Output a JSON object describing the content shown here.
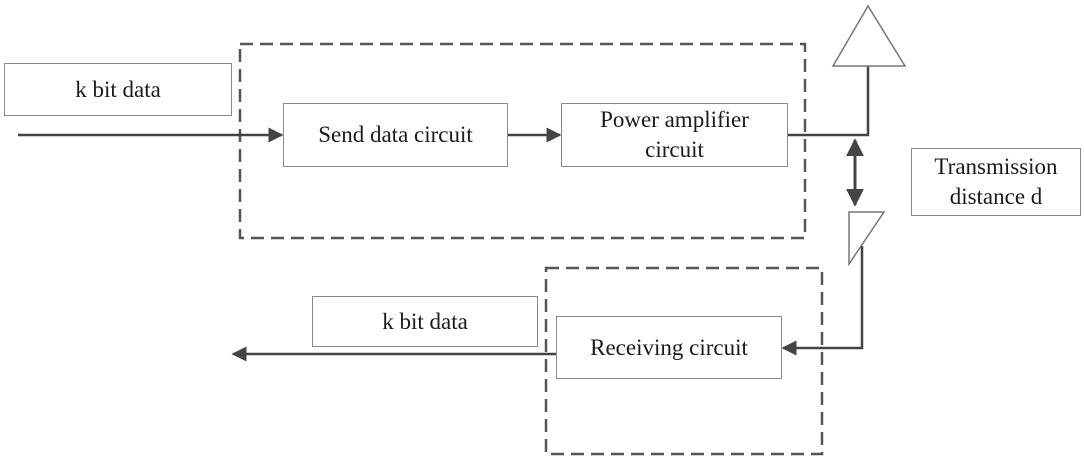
{
  "input": {
    "label": "k bit data"
  },
  "transmitter": {
    "send_label": "Send data circuit",
    "pa_line1": "Power amplifier",
    "pa_line2": "circuit"
  },
  "channel": {
    "distance_line1": "Transmission",
    "distance_line2": "distance d"
  },
  "receiver": {
    "label": "Receiving circuit"
  },
  "output": {
    "label": "k bit data"
  },
  "colors": {
    "line": "#444444",
    "box_border": "#8a8a8a",
    "dashed_border": "#555555",
    "text": "#1a1a1a"
  }
}
